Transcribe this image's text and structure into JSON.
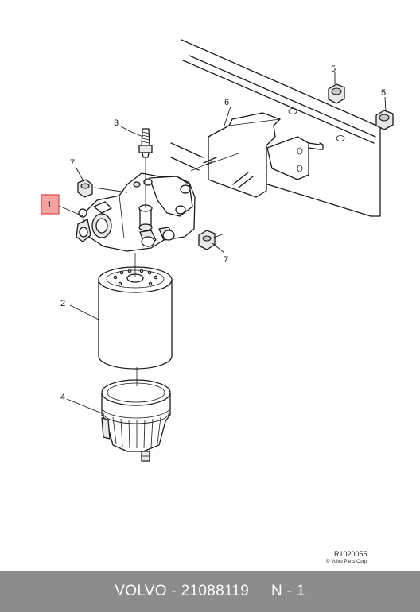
{
  "callouts": {
    "c1": "1",
    "c2": "2",
    "c3": "3",
    "c4": "4",
    "c5a": "5",
    "c5b": "5",
    "c6": "6",
    "c7a": "7",
    "c7b": "7"
  },
  "reference": {
    "code": "R1020055",
    "copyright": "© Volvo Parts Corp"
  },
  "footer": {
    "text": "VOLVO - 21088119     N - 1"
  },
  "colors": {
    "highlight_fill": "#f4a3a3",
    "highlight_border": "#e05050",
    "footer_bg": "#8c8c8c",
    "footer_text": "#ffffff"
  }
}
